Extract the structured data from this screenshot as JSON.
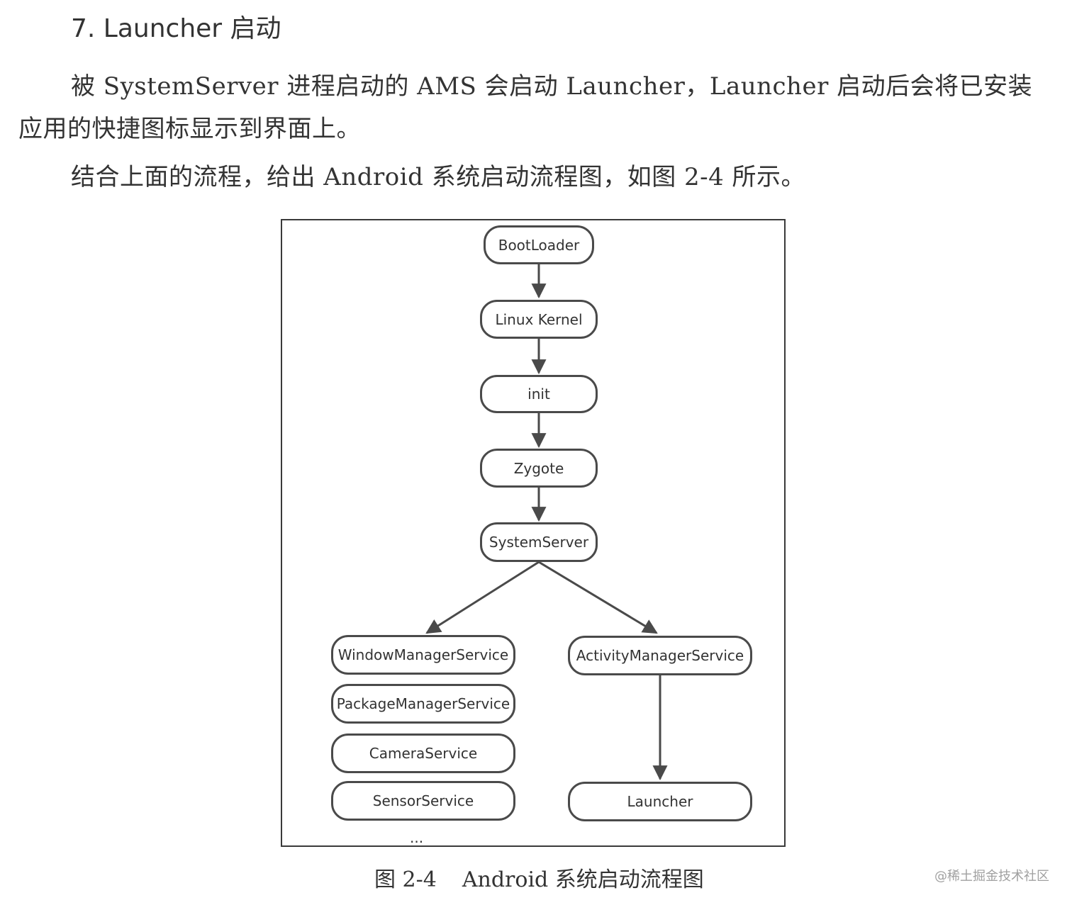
{
  "heading": "7. Launcher 启动",
  "paragraphs": [
    "被 SystemServer 进程启动的 AMS 会启动 Launcher，Launcher 启动后会将已安装应用的快捷图标显示到界面上。",
    "结合上面的流程，给出 Android 系统启动流程图，如图 2-4 所示。"
  ],
  "diagram": {
    "nodes": {
      "bootloader": "BootLoader",
      "linux_kernel": "Linux Kernel",
      "init": "init",
      "zygote": "Zygote",
      "system_server": "SystemServer",
      "window_manager_service": "WindowManagerService",
      "package_manager_service": "PackageManagerService",
      "camera_service": "CameraService",
      "sensor_service": "SensorService",
      "activity_manager_service": "ActivityManagerService",
      "launcher": "Launcher"
    },
    "ellipsis": "...",
    "edges": [
      [
        "bootloader",
        "linux_kernel"
      ],
      [
        "linux_kernel",
        "init"
      ],
      [
        "init",
        "zygote"
      ],
      [
        "zygote",
        "system_server"
      ],
      [
        "system_server",
        "window_manager_service"
      ],
      [
        "system_server",
        "activity_manager_service"
      ],
      [
        "activity_manager_service",
        "launcher"
      ]
    ]
  },
  "caption": {
    "number": "图 2-4",
    "title": "Android 系统启动流程图"
  },
  "watermark": "@稀土掘金技术社区"
}
